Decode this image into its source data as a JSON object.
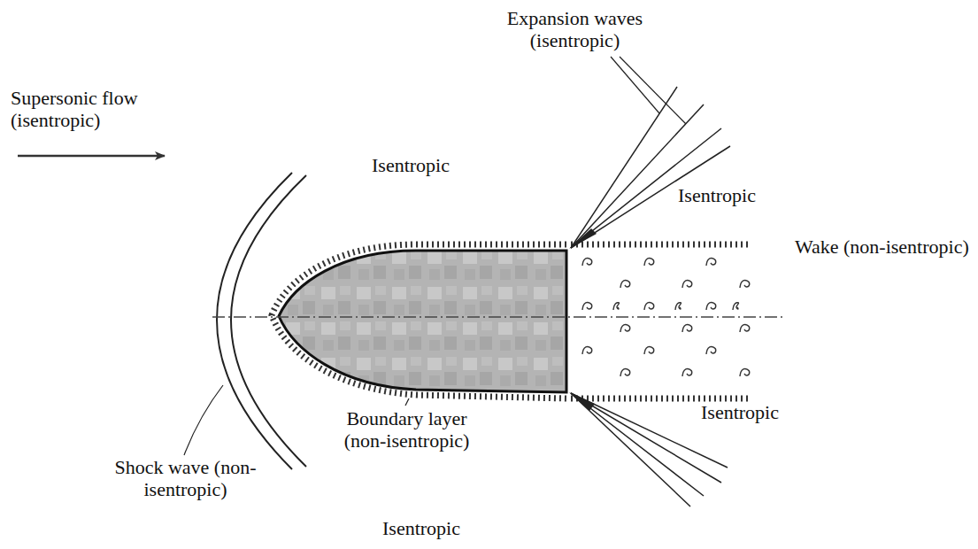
{
  "diagram": {
    "labels": [
      "Supersonic flow (isentropic)",
      "Isentropic",
      "Expansion waves (isentropic)",
      "Isentropic",
      "Wake (non-isentropic)",
      "Isentropic",
      "Boundary layer (non-isentropic)",
      "Shock wave (non-isentropic)",
      "Isentropic"
    ]
  }
}
